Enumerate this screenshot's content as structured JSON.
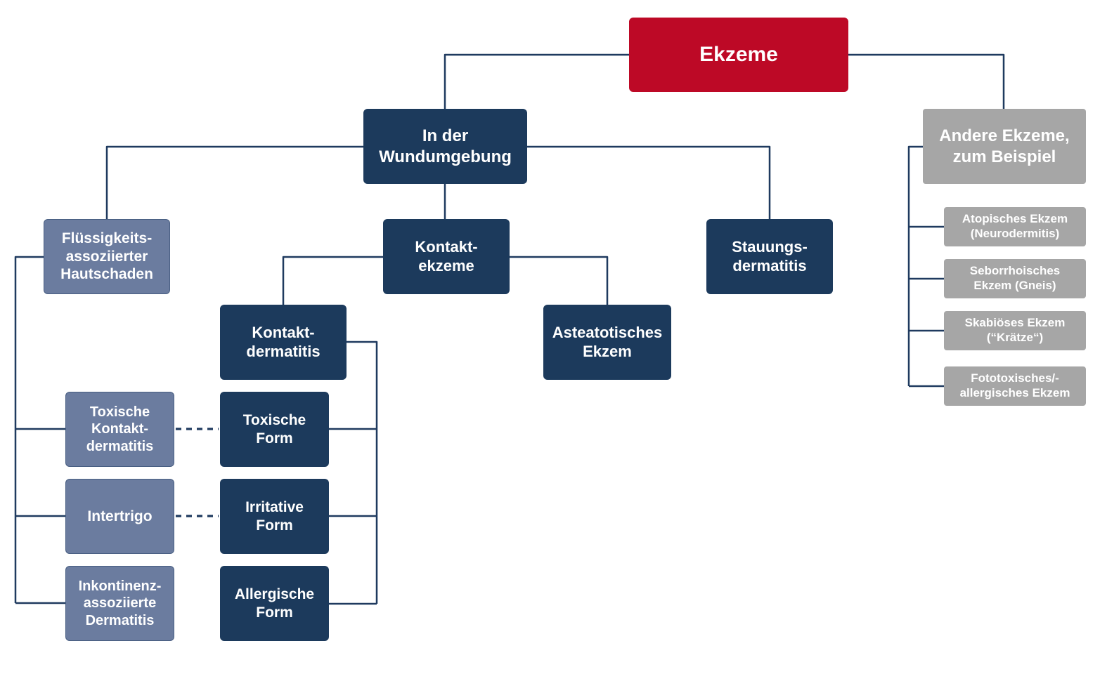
{
  "colors": {
    "red": "#bd0926",
    "navy": "#1c3a5c",
    "slate": "#6b7c9f",
    "gray": "#a6a6a6",
    "line": "#1f3a5f",
    "text": "#ffffff"
  },
  "nodes": {
    "ekzeme": {
      "label": "Ekzeme"
    },
    "wundumgebung": {
      "label": "In der\nWundumgebung"
    },
    "andere": {
      "label": "Andere Ekzeme,\nzum Beispiel"
    },
    "fluessigkeit": {
      "label": "Flüssigkeits-\nassoziierter\nHautschaden"
    },
    "kontaktekzeme": {
      "label": "Kontakt-\nekzeme"
    },
    "stauung": {
      "label": "Stauungs-\ndermatitis"
    },
    "kontaktdermatitis": {
      "label": "Kontakt-\ndermatitis"
    },
    "asteatotisch": {
      "label": "Asteatotisches\nEkzem"
    },
    "toxische_kontaktdermatitis": {
      "label": "Toxische\nKontakt-\ndermatitis"
    },
    "toxische_form": {
      "label": "Toxische\nForm"
    },
    "intertrigo": {
      "label": "Intertrigo"
    },
    "irritative_form": {
      "label": "Irritative\nForm"
    },
    "inkontinenz": {
      "label": "Inkontinenz-\nassoziierte\nDermatitis"
    },
    "allergische_form": {
      "label": "Allergische\nForm"
    },
    "atopisch": {
      "label": "Atopisches Ekzem\n(Neurodermitis)"
    },
    "seborrhoisch": {
      "label": "Seborrhoisches\nEkzem (Gneis)"
    },
    "skabioes": {
      "label": "Skabiöses Ekzem\n(“Krätze“)"
    },
    "fototoxisch": {
      "label": "Fototoxisches/-\nallergisches Ekzem"
    }
  }
}
